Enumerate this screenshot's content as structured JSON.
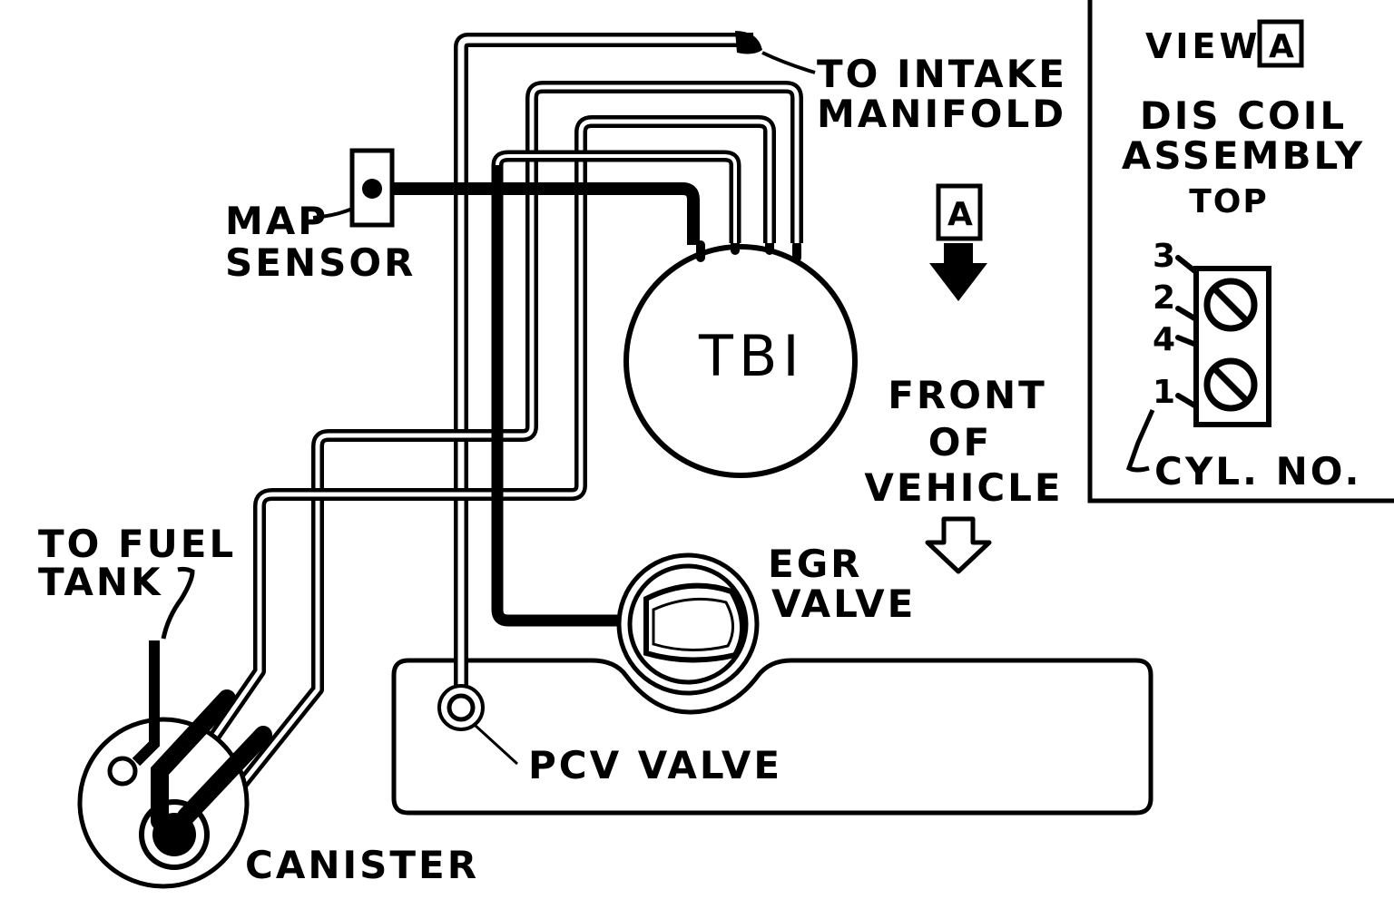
{
  "labels": {
    "to_intake_manifold": [
      "TO INTAKE",
      "MANIFOLD"
    ],
    "map_sensor": [
      "MAP",
      "SENSOR"
    ],
    "tbi": "TBI",
    "front_of_vehicle": [
      "FRONT",
      "OF",
      "VEHICLE"
    ],
    "egr_valve": [
      "EGR",
      "VALVE"
    ],
    "to_fuel_tank": [
      "TO FUEL",
      "TANK"
    ],
    "pcv_valve": "PCV VALVE",
    "canister": "CANISTER",
    "view_marker": "A"
  },
  "inset": {
    "view_label": "VIEW",
    "view_letter": "A",
    "title": [
      "DIS COIL",
      "ASSEMBLY"
    ],
    "top_label": "TOP",
    "cylinder_numbers": [
      "3",
      "2",
      "4",
      "1"
    ],
    "cyl_no_label": "CYL. NO."
  }
}
